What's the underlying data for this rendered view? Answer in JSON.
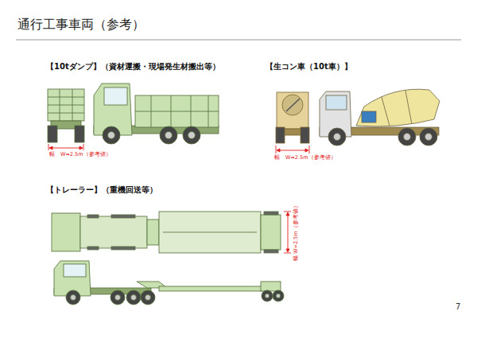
{
  "diagram": {
    "title": "通行工事車両（参考）",
    "labels": [
      "【10tダンプ】（資材運搬・現場発生材搬出等）",
      "【生コン車（10t車）】",
      "幅　W=2.5m（参考値）",
      "幅　W=2.5m（参考値）",
      "【トレーラー】（重機回送等）",
      "幅 W=2.5m（参考値）",
      "7"
    ]
  }
}
